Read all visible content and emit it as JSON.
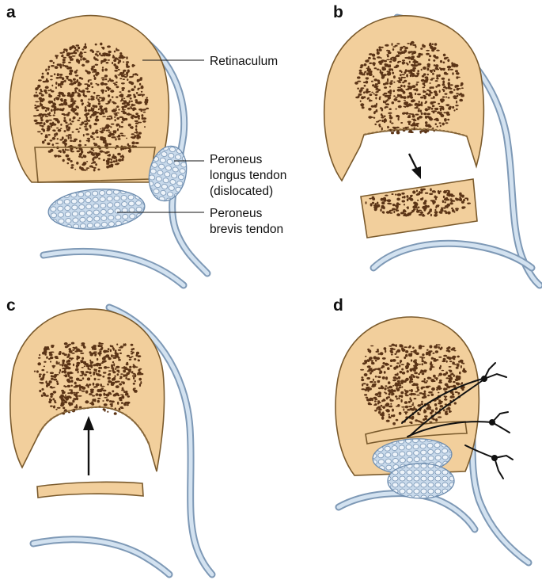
{
  "panels": [
    {
      "id": "a",
      "letter": "a"
    },
    {
      "id": "b",
      "letter": "b"
    },
    {
      "id": "c",
      "letter": "c"
    },
    {
      "id": "d",
      "letter": "d"
    }
  ],
  "labels": {
    "retinaculum": "Retinaculum",
    "longus_line1": "Peroneus",
    "longus_line2": "longus tendon",
    "longus_line3": "(dislocated)",
    "brevis_line1": "Peroneus",
    "brevis_line2": "brevis tendon"
  },
  "colors": {
    "bone": "#f2cf9c",
    "bone_outline": "#7a5a2c",
    "trabecular_dots": "#5b3416",
    "tendon": "#c9daeb",
    "tendon_outline": "#6d8cae",
    "retinaculum": "#a9c0d8"
  }
}
